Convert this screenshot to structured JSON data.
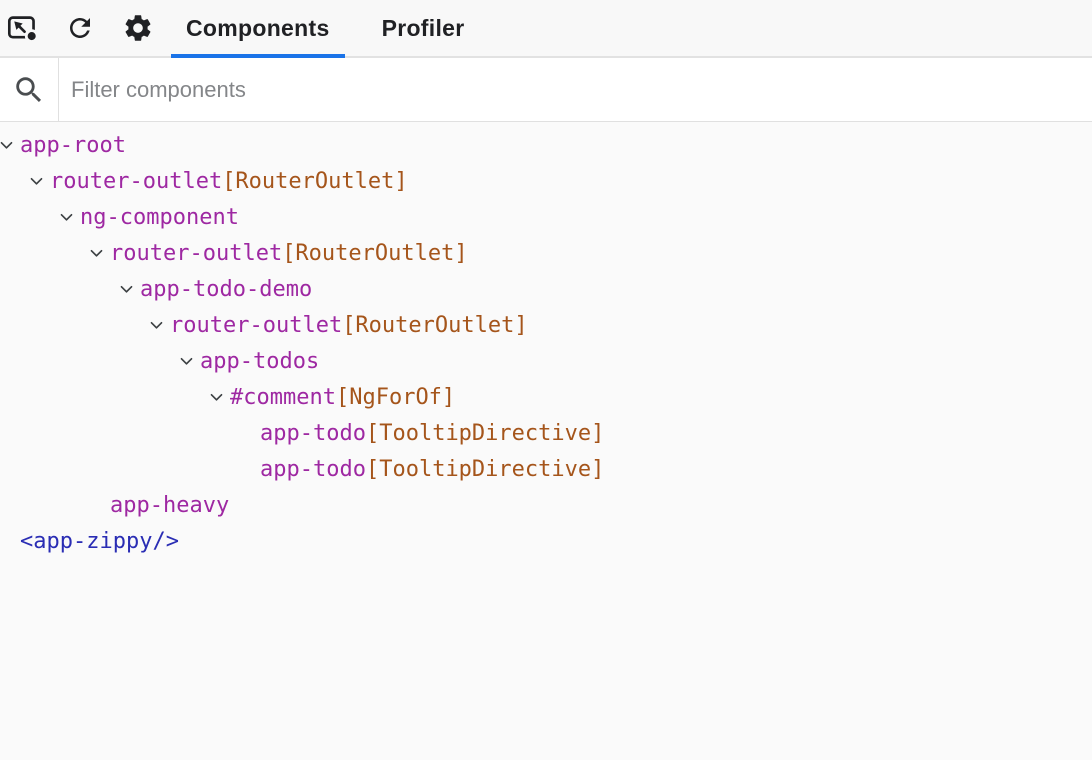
{
  "toolbar": {
    "icons": [
      "inspect-component-icon",
      "refresh-icon",
      "settings-gear-icon"
    ],
    "tabs": [
      {
        "label": "Components",
        "active": true
      },
      {
        "label": "Profiler",
        "active": false
      }
    ]
  },
  "filter": {
    "icon": "search-icon",
    "placeholder": "Filter components",
    "value": ""
  },
  "tree": {
    "nodes": [
      {
        "depth": 0,
        "expandable": true,
        "name": "app-root",
        "directives": "",
        "kind": "component"
      },
      {
        "depth": 1,
        "expandable": true,
        "name": "router-outlet",
        "directives": "[RouterOutlet]",
        "kind": "component"
      },
      {
        "depth": 2,
        "expandable": true,
        "name": "ng-component",
        "directives": "",
        "kind": "component"
      },
      {
        "depth": 3,
        "expandable": true,
        "name": "router-outlet",
        "directives": "[RouterOutlet]",
        "kind": "component"
      },
      {
        "depth": 4,
        "expandable": true,
        "name": "app-todo-demo",
        "directives": "",
        "kind": "component"
      },
      {
        "depth": 5,
        "expandable": true,
        "name": "router-outlet",
        "directives": "[RouterOutlet]",
        "kind": "component"
      },
      {
        "depth": 6,
        "expandable": true,
        "name": "app-todos",
        "directives": "",
        "kind": "component"
      },
      {
        "depth": 7,
        "expandable": true,
        "name": "#comment",
        "directives": "[NgForOf]",
        "kind": "component"
      },
      {
        "depth": 8,
        "expandable": false,
        "name": "app-todo",
        "directives": "[TooltipDirective]",
        "kind": "component"
      },
      {
        "depth": 8,
        "expandable": false,
        "name": "app-todo",
        "directives": "[TooltipDirective]",
        "kind": "component"
      },
      {
        "depth": 3,
        "expandable": false,
        "name": "app-heavy",
        "directives": "",
        "kind": "component"
      },
      {
        "depth": 0,
        "expandable": false,
        "name": "<app-zippy/>",
        "directives": "",
        "kind": "element"
      }
    ]
  },
  "colors": {
    "accent": "#1a73e8",
    "component": "#9e28a2",
    "directive": "#a5551b",
    "element": "#2a2db4"
  }
}
